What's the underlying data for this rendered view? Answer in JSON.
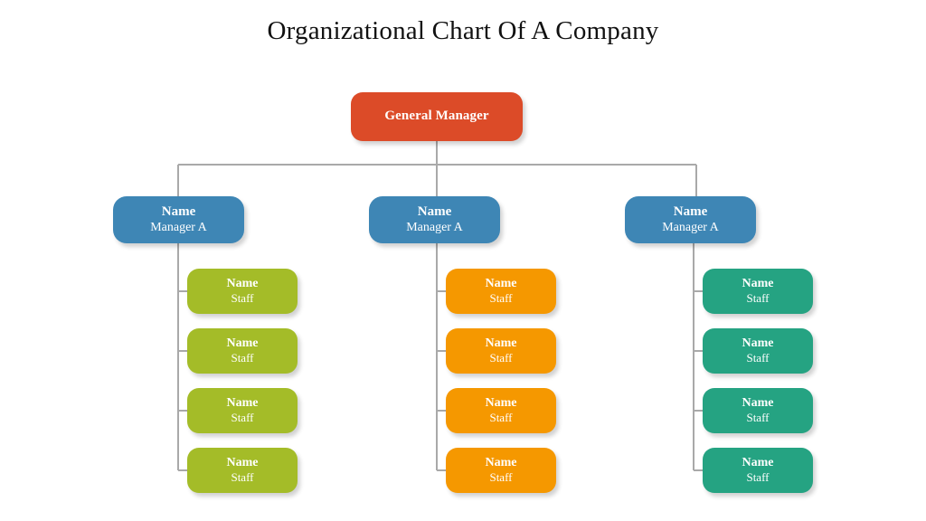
{
  "title": "Organizational Chart Of A Company",
  "colors": {
    "root": "#DC4B28",
    "manager": "#3E86B5",
    "staff_column_1": "#A4BC28",
    "staff_column_2": "#F59800",
    "staff_column_3": "#25A382",
    "connector": "#A9A9A9",
    "background": "#FFFFFF",
    "node_text": "#FFFFFF",
    "title_text": "#111111"
  },
  "chart_data": {
    "type": "diagram",
    "diagram_type": "organizational-chart",
    "title": "Organizational Chart Of A Company",
    "levels": 3,
    "root": {
      "label": "General Manager",
      "color": "#DC4B28"
    },
    "branches": [
      {
        "manager": {
          "name": "Name",
          "role": "Manager A",
          "color": "#3E86B5"
        },
        "staff_color": "#A4BC28",
        "staff": [
          {
            "name": "Name",
            "role": "Staff"
          },
          {
            "name": "Name",
            "role": "Staff"
          },
          {
            "name": "Name",
            "role": "Staff"
          },
          {
            "name": "Name",
            "role": "Staff"
          }
        ]
      },
      {
        "manager": {
          "name": "Name",
          "role": "Manager A",
          "color": "#3E86B5"
        },
        "staff_color": "#F59800",
        "staff": [
          {
            "name": "Name",
            "role": "Staff"
          },
          {
            "name": "Name",
            "role": "Staff"
          },
          {
            "name": "Name",
            "role": "Staff"
          },
          {
            "name": "Name",
            "role": "Staff"
          }
        ]
      },
      {
        "manager": {
          "name": "Name",
          "role": "Manager A",
          "color": "#3E86B5"
        },
        "staff_color": "#25A382",
        "staff": [
          {
            "name": "Name",
            "role": "Staff"
          },
          {
            "name": "Name",
            "role": "Staff"
          },
          {
            "name": "Name",
            "role": "Staff"
          },
          {
            "name": "Name",
            "role": "Staff"
          }
        ]
      }
    ]
  }
}
